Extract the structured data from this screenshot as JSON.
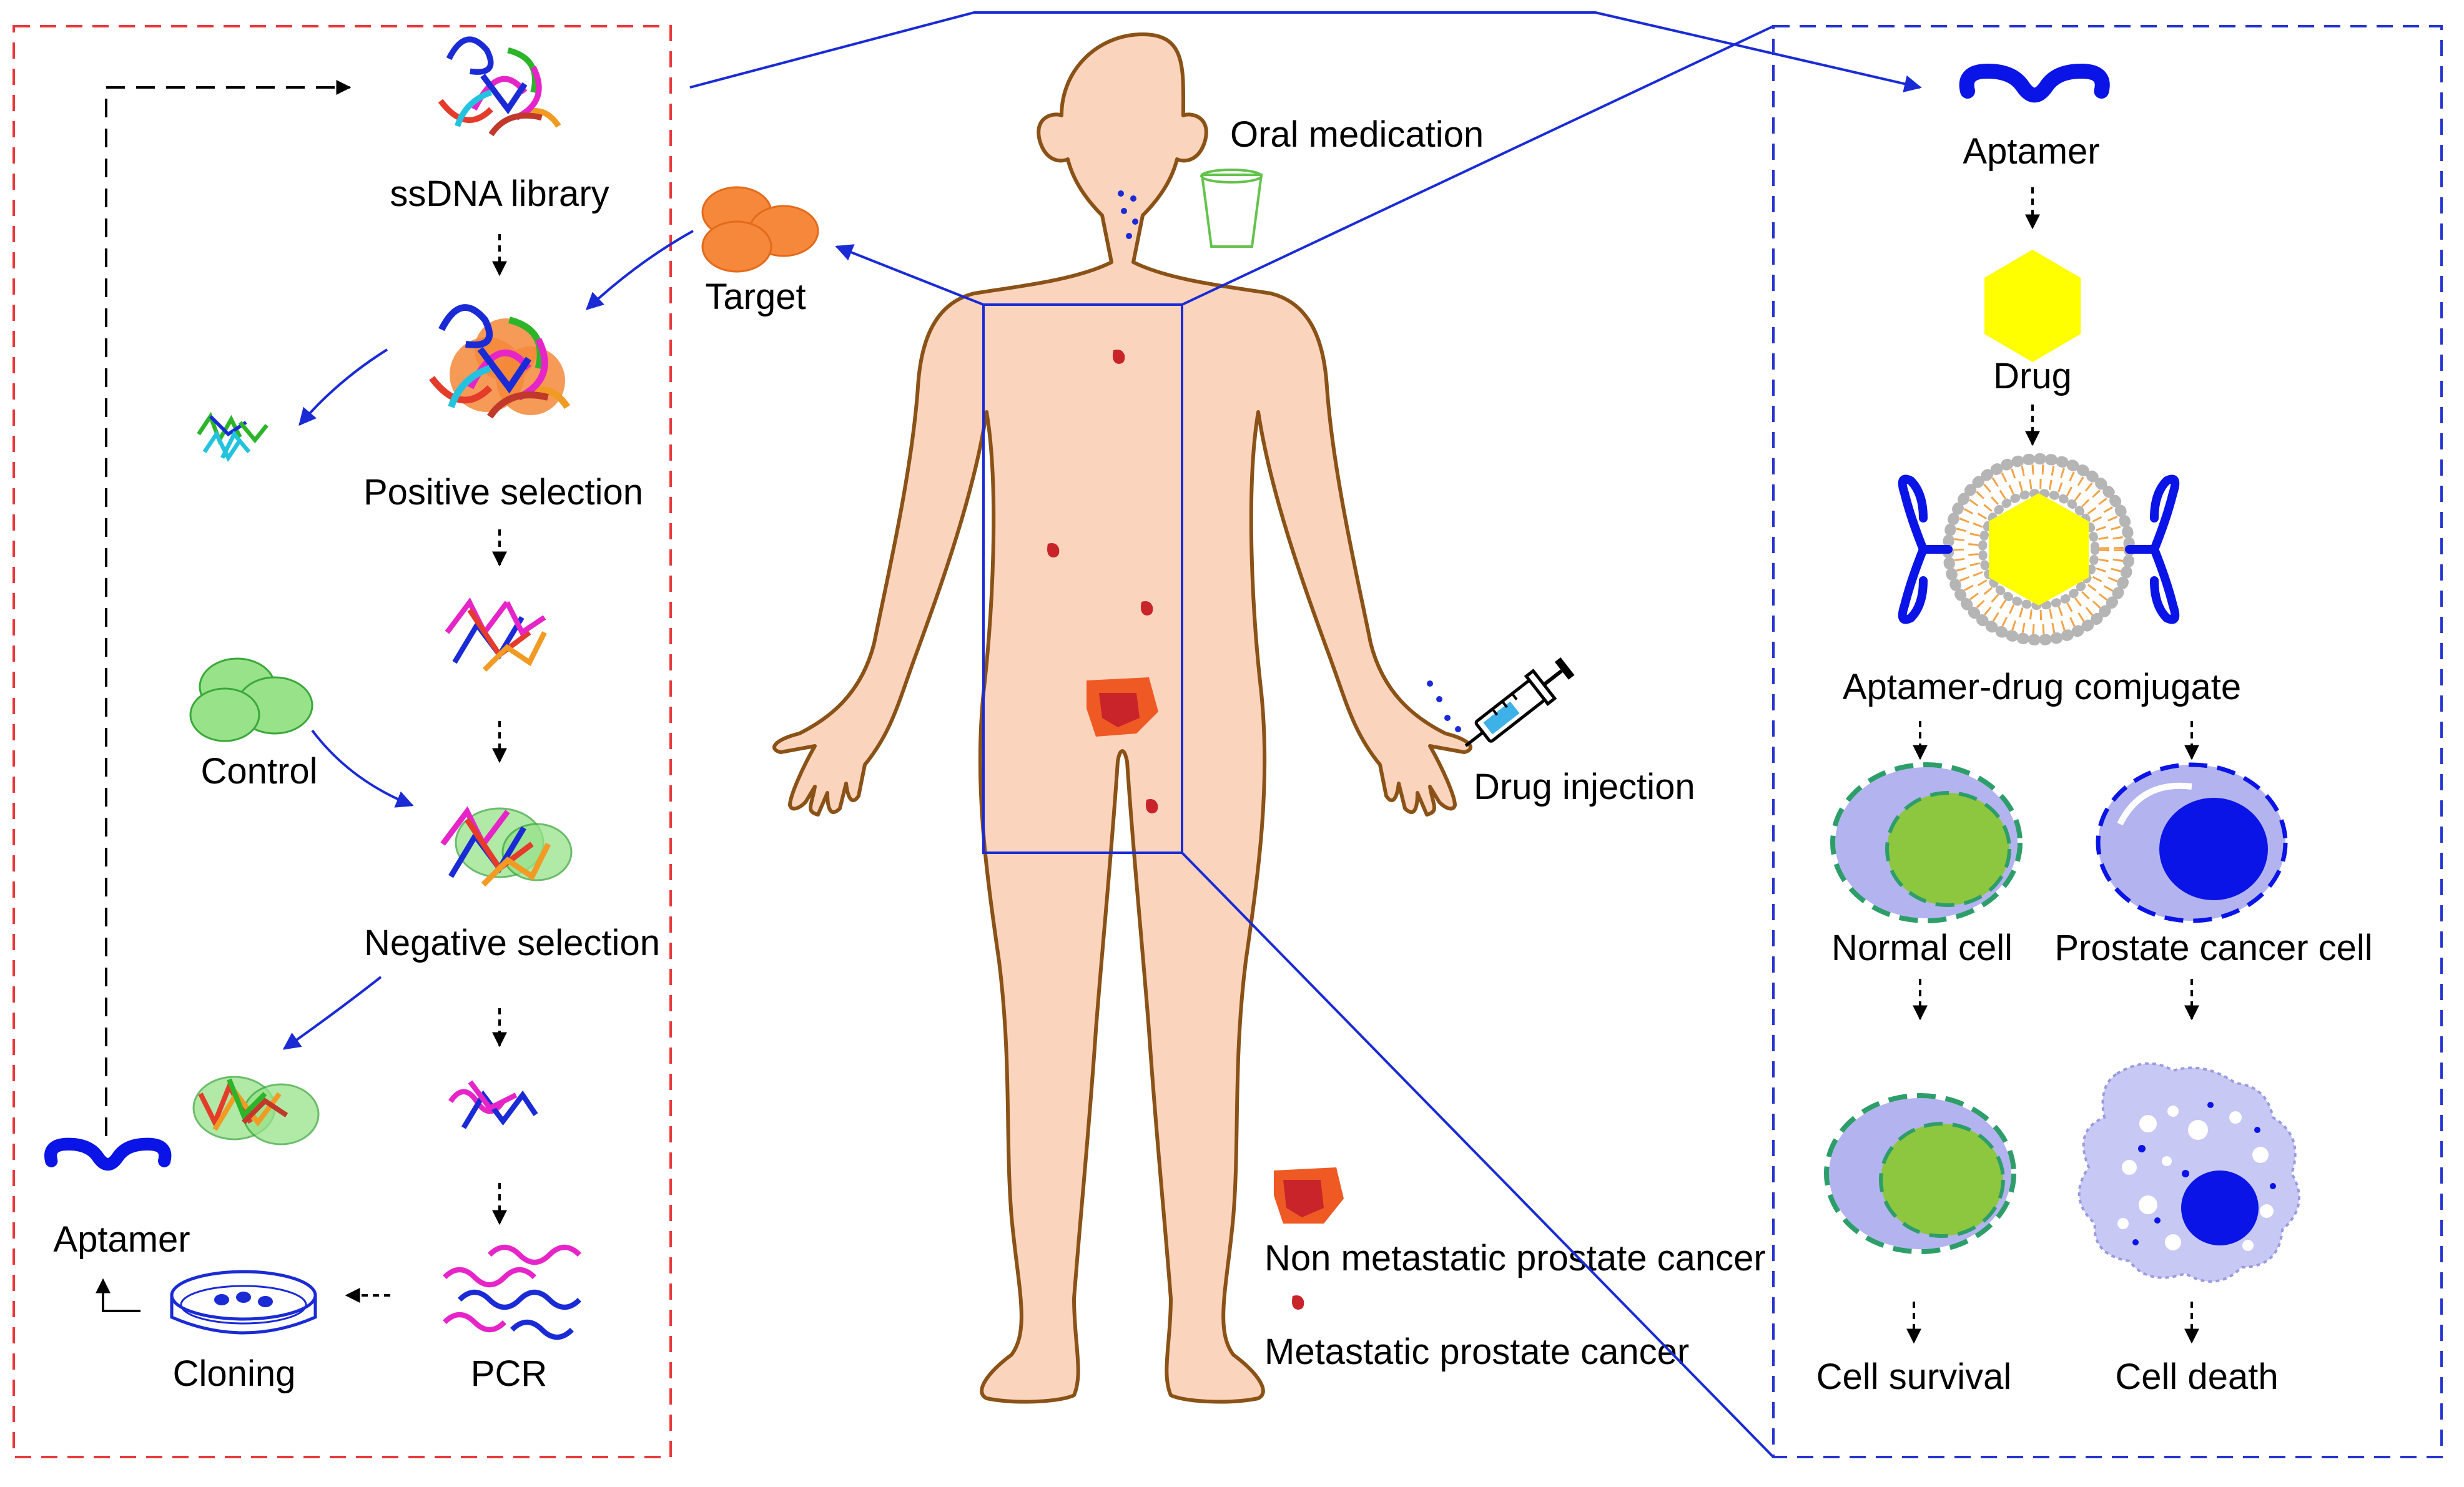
{
  "left_panel": {
    "ssdna_library": "ssDNA library",
    "positive_selection": "Positive selection",
    "control": "Control",
    "negative_selection": "Negative selection",
    "aptamer": "Aptamer",
    "cloning": "Cloning",
    "pcr": "PCR"
  },
  "center": {
    "target": "Target",
    "oral_medication": "Oral medication",
    "drug_injection": "Drug injection",
    "legend": {
      "non_metastatic": "Non metastatic prostate cancer",
      "metastatic": "Metastatic prostate cancer"
    }
  },
  "right_panel": {
    "aptamer": "Aptamer",
    "drug": "Drug",
    "conjugate": "Aptamer-drug comjugate",
    "normal_cell": "Normal cell",
    "cancer_cell": "Prostate cancer cell",
    "cell_survival": "Cell survival",
    "cell_death": "Cell death"
  },
  "colors": {
    "left_frame": "#e8393a",
    "right_frame": "#2433d1",
    "body_fill": "#fad4bd",
    "body_stroke": "#8a5217",
    "tumor": "#c8242a",
    "tumor_outer": "#ef5a24",
    "arrow_blue": "#1a2bd6",
    "drug_yellow": "#ffff00",
    "nucleus_green": "#8dc63f",
    "cell_lavender": "#b3b3f0",
    "cell_blue_nucleus": "#0a14e6"
  }
}
